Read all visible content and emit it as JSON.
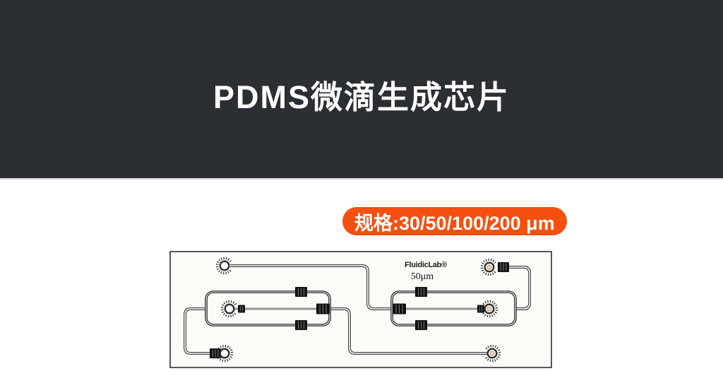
{
  "header": {
    "title": "PDMS微滴生成芯片"
  },
  "badge": {
    "label": "规格:30/50/100/200 μm"
  },
  "chip": {
    "brand": "FluidicLab®",
    "size_label": "50μm"
  },
  "colors": {
    "header_bg": "#2b2e33",
    "badge_bg": "#f5500f",
    "chip_bg": "#fcfbf8",
    "line": "#474747"
  },
  "icons": {
    "port": "circle-with-radial-ticks",
    "filter": "black-ridged-block"
  }
}
